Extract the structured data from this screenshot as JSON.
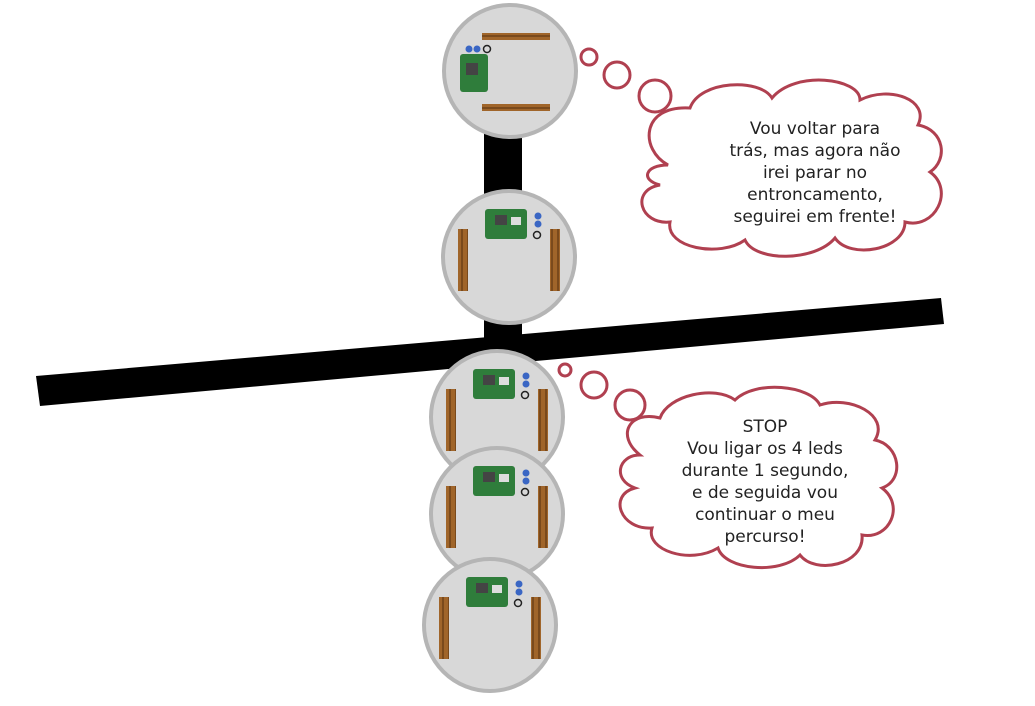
{
  "bubbles": {
    "top": {
      "text": "Vou voltar para\ntrás, mas agora não\nirei parar no\nentroncamento,\nseguirei em frente!"
    },
    "bottom": {
      "text": "STOP\nVou ligar os 4 leds\ndurante 1 segundo,\ne de seguida vou\ncontinuar o meu\npercurso!"
    }
  },
  "robots": [
    {
      "id": "robot-1",
      "heading": "up"
    },
    {
      "id": "robot-2",
      "heading": "down"
    },
    {
      "id": "robot-3",
      "heading": "down"
    },
    {
      "id": "robot-4",
      "heading": "down"
    },
    {
      "id": "robot-5",
      "heading": "down"
    }
  ],
  "colors": {
    "track": "#000000",
    "robot_body": "#d8d8d8",
    "robot_rim": "#b5b5b5",
    "wood": "#a0652a",
    "board": "#2f7d3b",
    "led_blue": "#3a66c4",
    "cloud_stroke": "#b04050",
    "cloud_fill": "#ffffff"
  }
}
